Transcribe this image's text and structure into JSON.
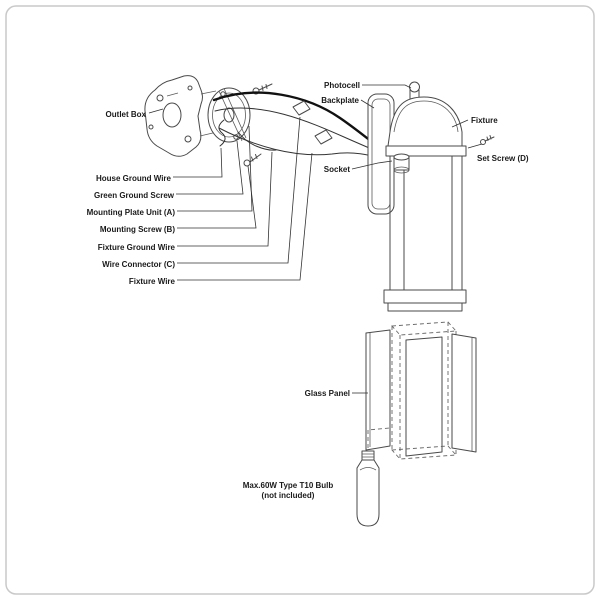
{
  "diagram": {
    "labels": {
      "outlet_box": "Outlet Box",
      "house_ground_wire": "House Ground Wire",
      "green_ground_screw": "Green Ground Screw",
      "mounting_plate_unit": "Mounting Plate Unit (A)",
      "mounting_screw": "Mounting Screw (B)",
      "fixture_ground_wire": "Fixture Ground Wire",
      "wire_connector": "Wire Connector (C)",
      "fixture_wire": "Fixture Wire",
      "photocell": "Photocell",
      "backplate": "Backplate",
      "fixture": "Fixture",
      "set_screw": "Set Screw  (D)",
      "socket": "Socket",
      "glass_panel": "Glass Panel",
      "bulb_line1": "Max.60W Type T10 Bulb",
      "bulb_line2": "(not included)"
    },
    "colors": {
      "line": "#4a4a4a",
      "wire": "#111111",
      "label_text": "#1a1a1a",
      "border": "#c9c9c9"
    }
  }
}
